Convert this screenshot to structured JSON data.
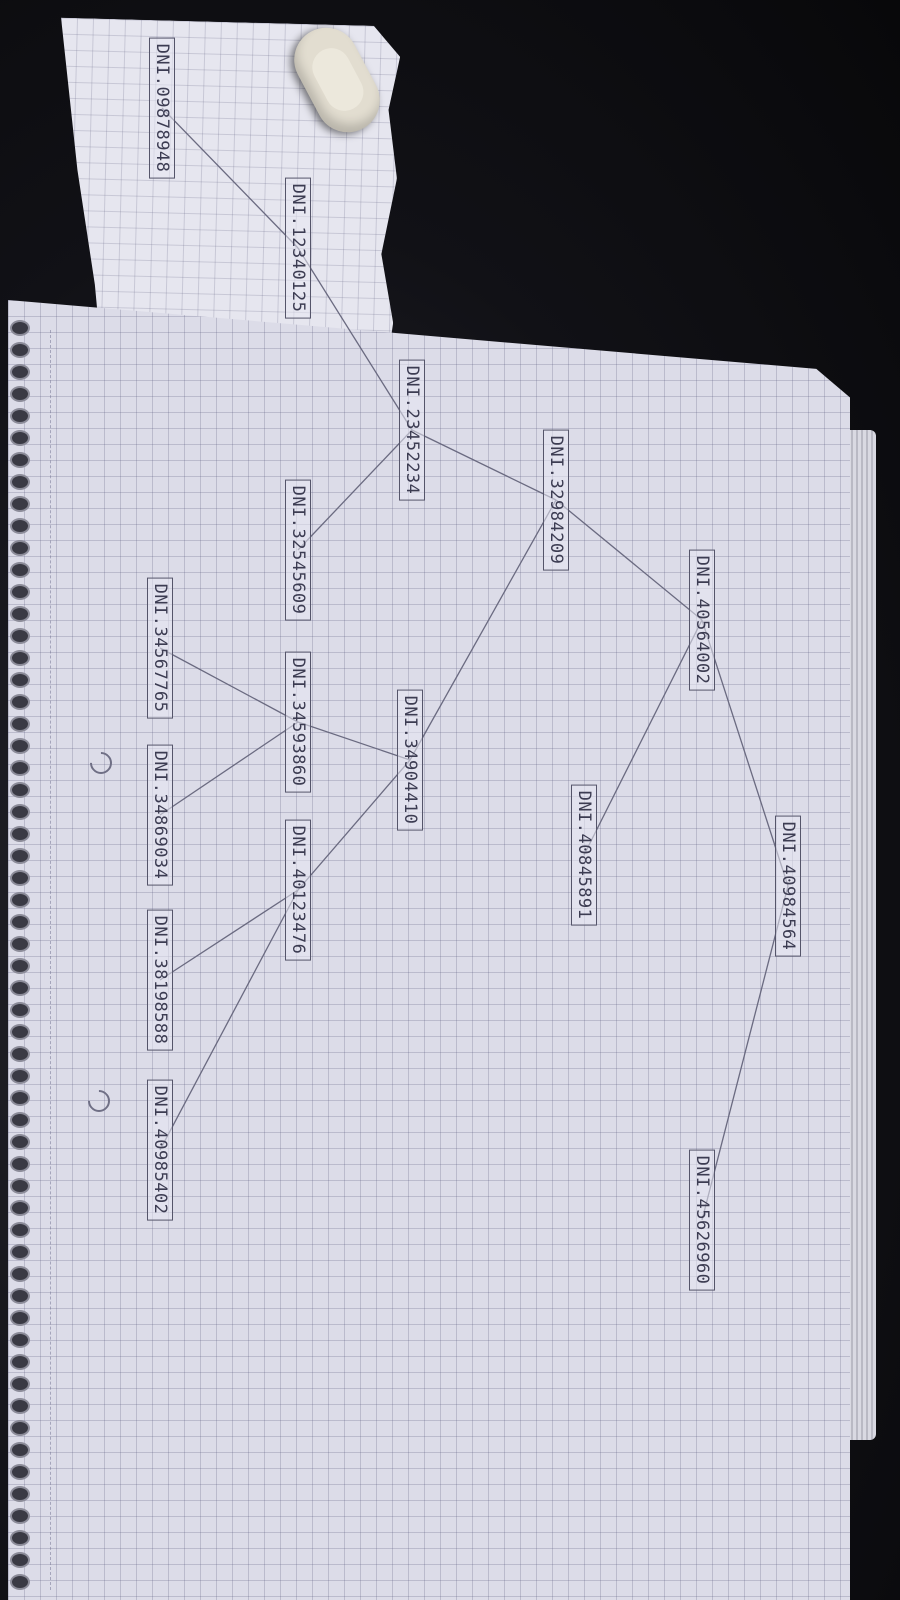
{
  "diagram": {
    "nodes": [
      {
        "id": "n1",
        "label": "DNI.09878948"
      },
      {
        "id": "n2",
        "label": "DNI.12340125"
      },
      {
        "id": "n3",
        "label": "DNI.23452234"
      },
      {
        "id": "n4",
        "label": "DNI.32984209"
      },
      {
        "id": "n5",
        "label": "DNI.40564002"
      },
      {
        "id": "n6",
        "label": "DNI.40984564"
      },
      {
        "id": "n7",
        "label": "DNI.45626960"
      },
      {
        "id": "n8",
        "label": "DNI.40845891"
      },
      {
        "id": "n9",
        "label": "DNI.34904410"
      },
      {
        "id": "n10",
        "label": "DNI.32545609"
      },
      {
        "id": "n11",
        "label": "DNI.34593860"
      },
      {
        "id": "n12",
        "label": "DNI.40123476"
      },
      {
        "id": "n13",
        "label": "DNI.34567765"
      },
      {
        "id": "n14",
        "label": "DNI.34869034"
      },
      {
        "id": "n15",
        "label": "DNI.38198588"
      },
      {
        "id": "n16",
        "label": "DNI.40985402"
      }
    ],
    "edges": [
      [
        "n2",
        "n1"
      ],
      [
        "n3",
        "n2"
      ],
      [
        "n4",
        "n3"
      ],
      [
        "n5",
        "n4"
      ],
      [
        "n5",
        "n6"
      ],
      [
        "n6",
        "n7"
      ],
      [
        "n5",
        "n8"
      ],
      [
        "n4",
        "n9"
      ],
      [
        "n3",
        "n10"
      ],
      [
        "n9",
        "n11"
      ],
      [
        "n9",
        "n12"
      ],
      [
        "n11",
        "n13"
      ],
      [
        "n11",
        "n14"
      ],
      [
        "n12",
        "n15"
      ],
      [
        "n12",
        "n16"
      ]
    ]
  }
}
